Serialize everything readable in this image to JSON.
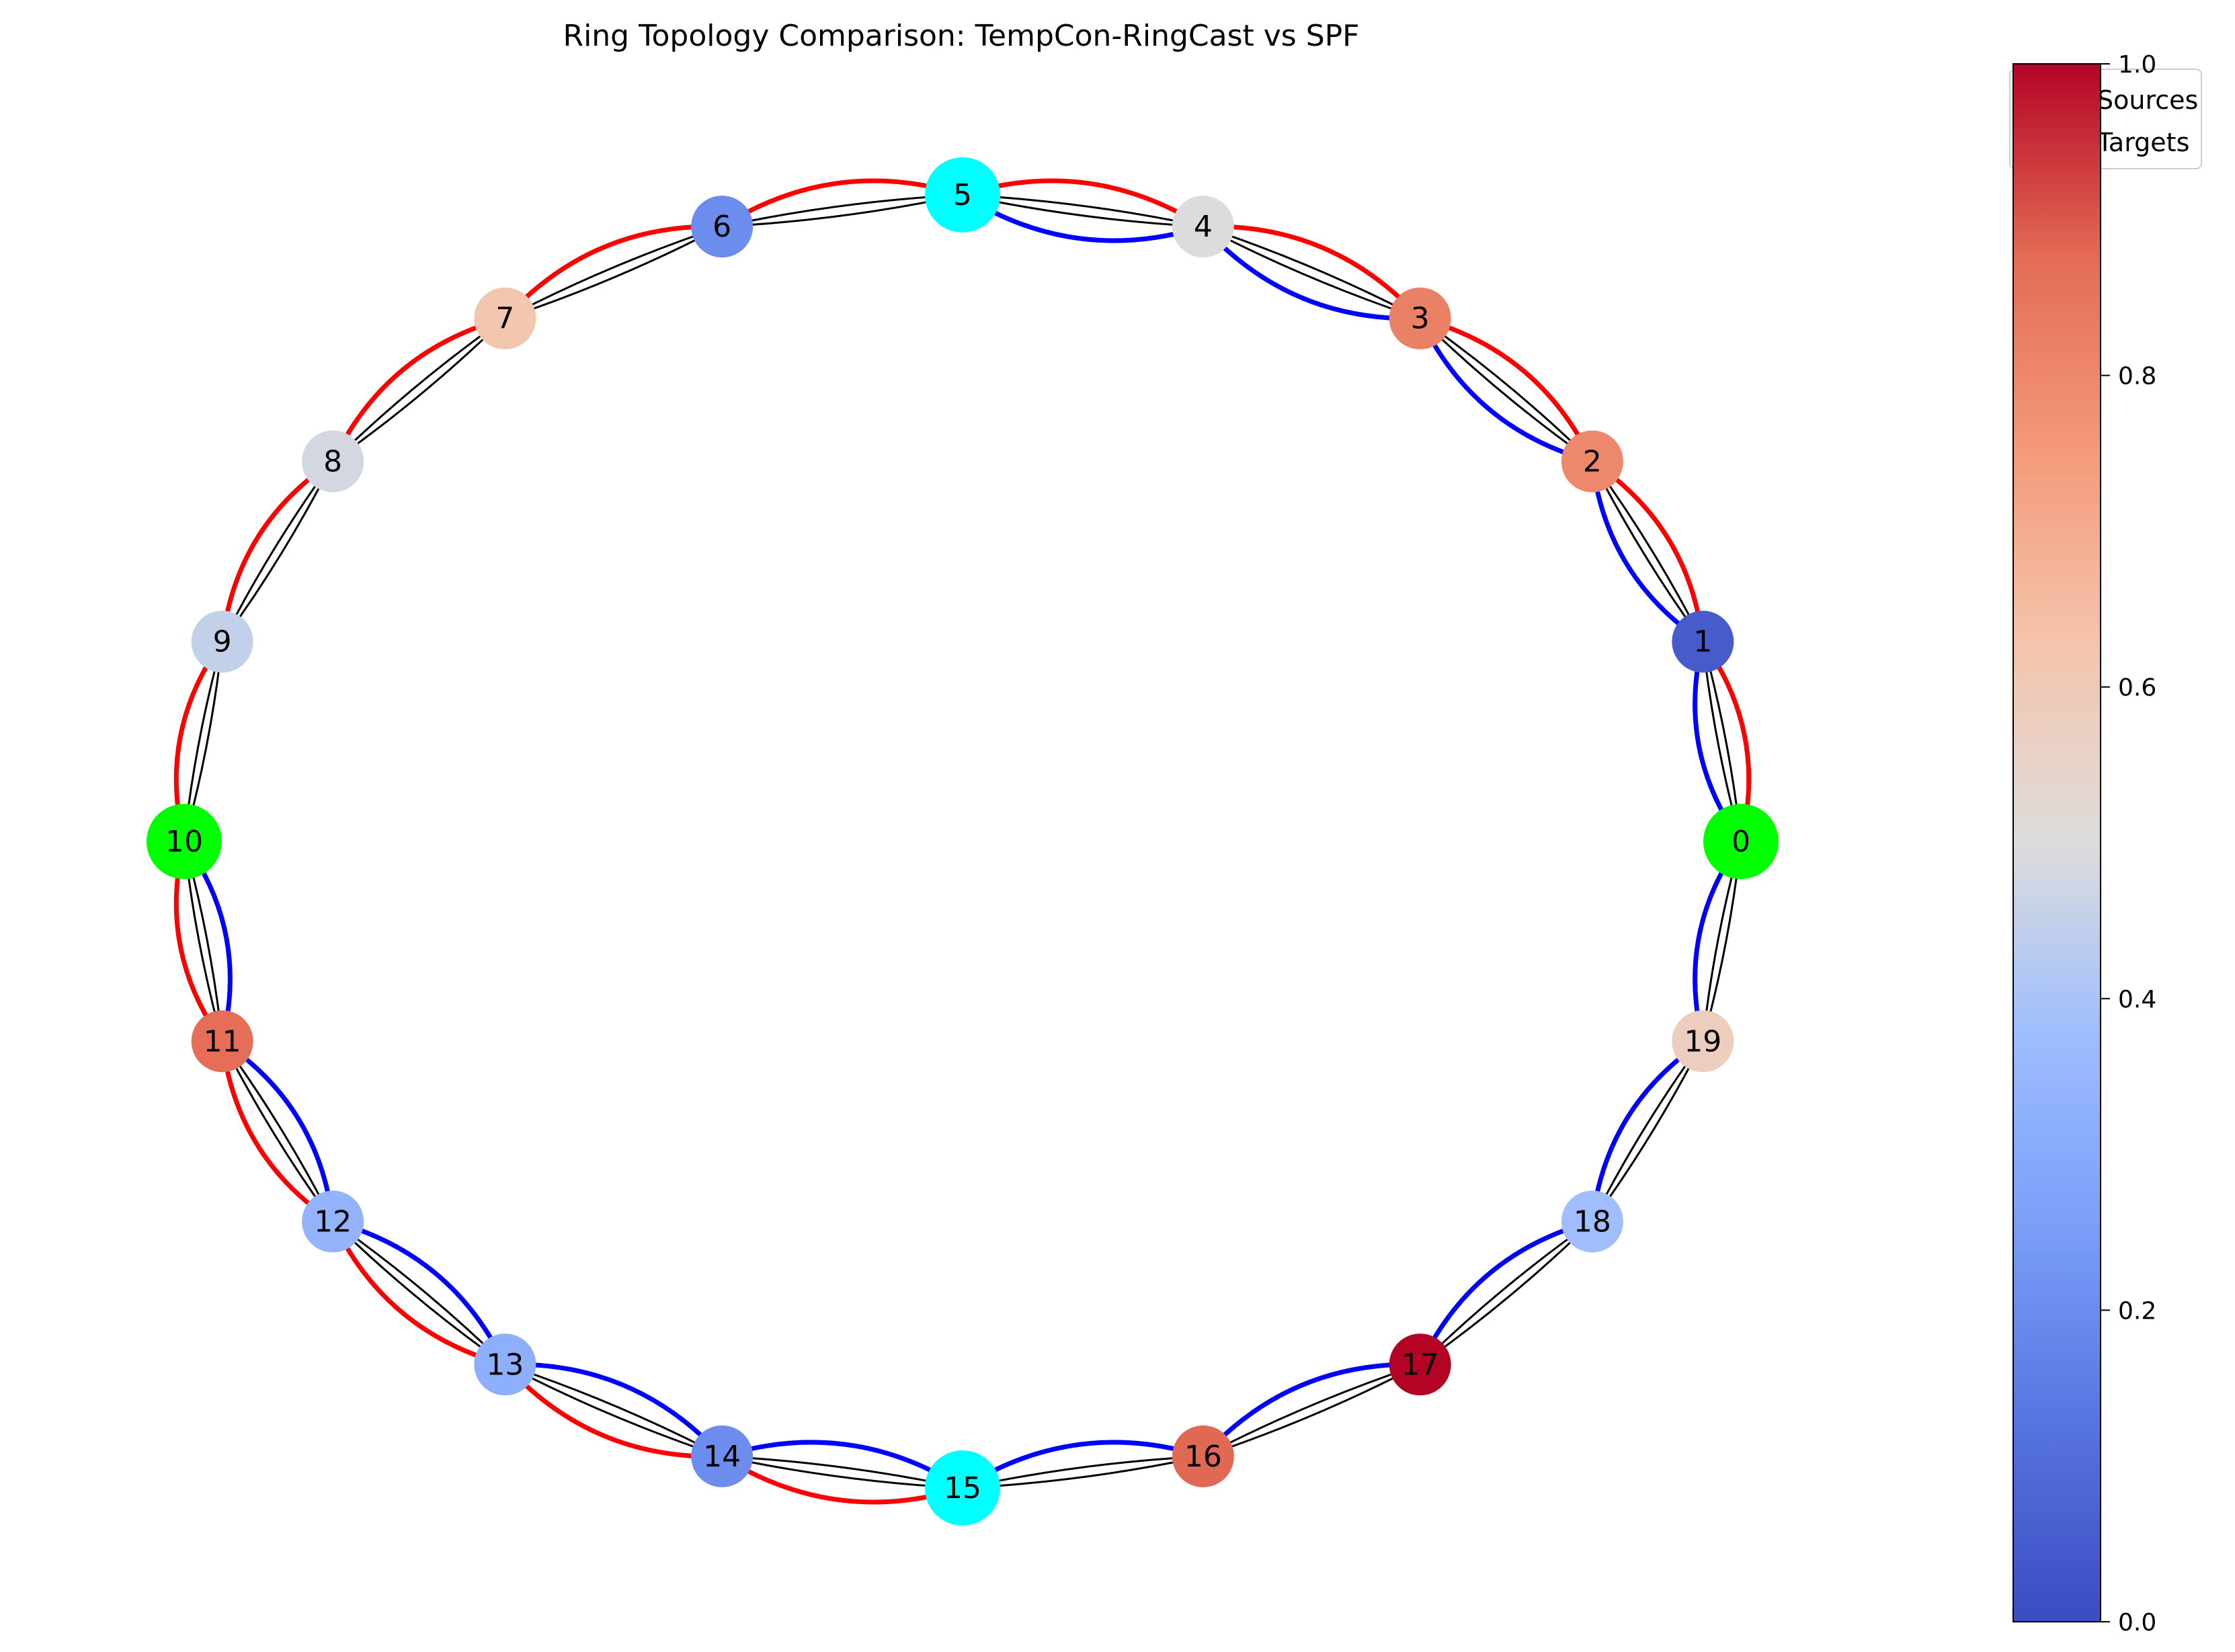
{
  "title": "Ring Topology Comparison: TempCon-RingCast vs SPF",
  "legend": {
    "items": [
      {
        "label": "Sources",
        "color": "#00ff00"
      },
      {
        "label": "Targets",
        "color": "#00ffff"
      }
    ]
  },
  "colorbar": {
    "colormap": "coolwarm",
    "min": 0.0,
    "max": 1.0,
    "ticks": [
      "0.0",
      "0.2",
      "0.4",
      "0.6",
      "0.8",
      "1.0"
    ]
  },
  "colors": {
    "tempcon_edge": "#ff0000",
    "spf_edge": "#0000ff",
    "ring_edge": "#000000",
    "source": "#00ff00",
    "target": "#00ffff"
  },
  "nodes": [
    {
      "id": "0",
      "role": "source",
      "value": null
    },
    {
      "id": "1",
      "role": "normal",
      "value": 0.05
    },
    {
      "id": "2",
      "role": "normal",
      "value": 0.8
    },
    {
      "id": "3",
      "role": "normal",
      "value": 0.82
    },
    {
      "id": "4",
      "role": "normal",
      "value": 0.5
    },
    {
      "id": "5",
      "role": "target",
      "value": null
    },
    {
      "id": "6",
      "role": "normal",
      "value": 0.2
    },
    {
      "id": "7",
      "role": "normal",
      "value": 0.62
    },
    {
      "id": "8",
      "role": "normal",
      "value": 0.48
    },
    {
      "id": "9",
      "role": "normal",
      "value": 0.45
    },
    {
      "id": "10",
      "role": "source",
      "value": null
    },
    {
      "id": "11",
      "role": "normal",
      "value": 0.87
    },
    {
      "id": "12",
      "role": "normal",
      "value": 0.34
    },
    {
      "id": "13",
      "role": "normal",
      "value": 0.32
    },
    {
      "id": "14",
      "role": "normal",
      "value": 0.2
    },
    {
      "id": "15",
      "role": "target",
      "value": null
    },
    {
      "id": "16",
      "role": "normal",
      "value": 0.88
    },
    {
      "id": "17",
      "role": "normal",
      "value": 1.0
    },
    {
      "id": "18",
      "role": "normal",
      "value": 0.38
    },
    {
      "id": "19",
      "role": "normal",
      "value": 0.58
    }
  ],
  "edges": [
    {
      "from": "0",
      "to": "1",
      "tempcon": true,
      "spf": true
    },
    {
      "from": "1",
      "to": "2",
      "tempcon": true,
      "spf": true
    },
    {
      "from": "2",
      "to": "3",
      "tempcon": true,
      "spf": true
    },
    {
      "from": "3",
      "to": "4",
      "tempcon": true,
      "spf": true
    },
    {
      "from": "4",
      "to": "5",
      "tempcon": true,
      "spf": true
    },
    {
      "from": "5",
      "to": "6",
      "tempcon": true,
      "spf": false
    },
    {
      "from": "6",
      "to": "7",
      "tempcon": true,
      "spf": false
    },
    {
      "from": "7",
      "to": "8",
      "tempcon": true,
      "spf": false
    },
    {
      "from": "8",
      "to": "9",
      "tempcon": true,
      "spf": false
    },
    {
      "from": "9",
      "to": "10",
      "tempcon": true,
      "spf": false
    },
    {
      "from": "10",
      "to": "11",
      "tempcon": true,
      "spf": true
    },
    {
      "from": "11",
      "to": "12",
      "tempcon": true,
      "spf": true
    },
    {
      "from": "12",
      "to": "13",
      "tempcon": true,
      "spf": true
    },
    {
      "from": "13",
      "to": "14",
      "tempcon": true,
      "spf": true
    },
    {
      "from": "14",
      "to": "15",
      "tempcon": true,
      "spf": true
    },
    {
      "from": "15",
      "to": "16",
      "tempcon": false,
      "spf": true
    },
    {
      "from": "16",
      "to": "17",
      "tempcon": false,
      "spf": true
    },
    {
      "from": "17",
      "to": "18",
      "tempcon": false,
      "spf": true
    },
    {
      "from": "18",
      "to": "19",
      "tempcon": false,
      "spf": true
    },
    {
      "from": "19",
      "to": "0",
      "tempcon": false,
      "spf": true
    }
  ]
}
